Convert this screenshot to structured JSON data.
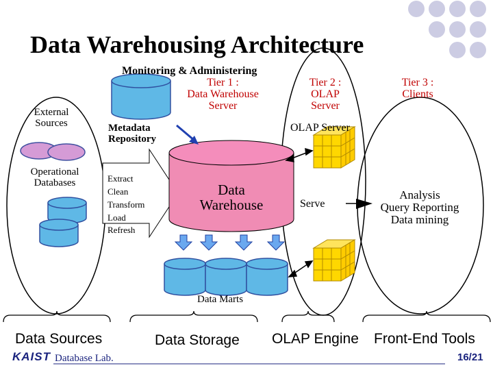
{
  "title": "Data Warehousing Architecture",
  "monitoring": "Monitoring & Administering",
  "tier1": [
    "Tier 1 :",
    "Data Warehouse",
    "Server"
  ],
  "tier2": [
    "Tier 2 :",
    "OLAP",
    "Server"
  ],
  "tier3": [
    "Tier 3 :",
    "Clients"
  ],
  "olap_server": "OLAP Server",
  "external_sources": [
    "External",
    "Sources"
  ],
  "operational_databases": [
    "Operational",
    "Databases"
  ],
  "metadata": [
    "Metadata",
    "Repository"
  ],
  "etl_steps": [
    "Extract",
    "Clean",
    "Transform",
    "Load",
    "Refresh"
  ],
  "warehouse": [
    "Data",
    "Warehouse"
  ],
  "serve": "Serve",
  "clients": [
    "Analysis",
    "Query Reporting",
    "Data mining"
  ],
  "data_marts": "Data Marts",
  "sections": [
    "Data Sources",
    "Data Storage",
    "OLAP Engine",
    "Front-End Tools"
  ],
  "footer": {
    "logo": "KAIST",
    "lab": "Database Lab.",
    "page": "16/21"
  },
  "colors": {
    "cylinder": "#5fb8e6",
    "warehouse": "#f08cb4",
    "cube": "#ffd700",
    "circles": "#c9c9e0",
    "footer_blue": "#1a237e"
  }
}
